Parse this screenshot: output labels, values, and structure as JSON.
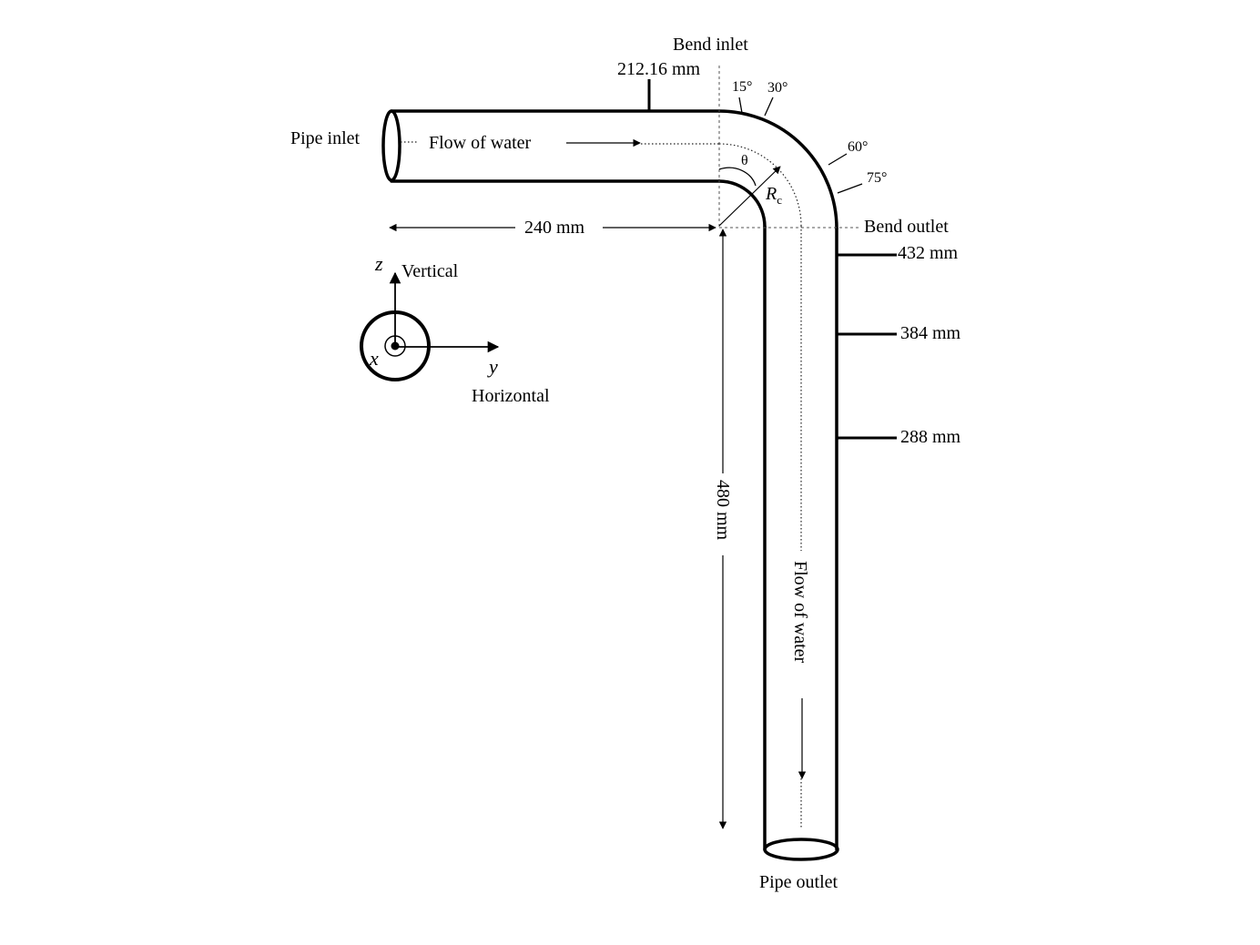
{
  "labels": {
    "bend_inlet": "Bend inlet",
    "bend_inlet_distance": "212.16 mm",
    "pipe_inlet": "Pipe inlet",
    "flow_of_water_horizontal": "Flow of water",
    "flow_of_water_vertical": "Flow of water",
    "bend_outlet": "Bend outlet",
    "pipe_outlet": "Pipe outlet",
    "theta": "θ",
    "radius_main": "R",
    "radius_sub": "c"
  },
  "angles": {
    "a15": "15°",
    "a30": "30°",
    "a60": "60°",
    "a75": "75°"
  },
  "dimensions": {
    "horizontal_length": "240 mm",
    "vertical_length": "480 mm",
    "d432": "432 mm",
    "d384": "384 mm",
    "d288": "288 mm"
  },
  "axes": {
    "z": "z",
    "y": "y",
    "x": "x",
    "vertical": "Vertical",
    "horizontal": "Horizontal"
  }
}
